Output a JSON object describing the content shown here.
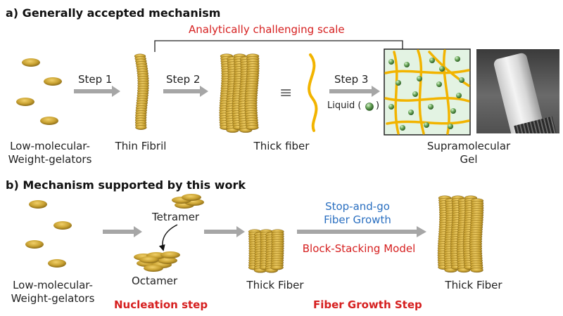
{
  "section_a": {
    "heading": "a) Generally accepted mechanism",
    "challenge_label": "Analytically challenging scale",
    "step1": "Step 1",
    "step2": "Step 2",
    "step3": "Step 3",
    "equiv": "≡",
    "liquid_label": "Liquid (",
    "liquid_close": ")",
    "gelators_line1": "Low-molecular-",
    "gelators_line2": "Weight-gelators",
    "thin_fibril": "Thin Fibril",
    "thick_fiber": "Thick fiber",
    "gel_line1": "Supramolecular",
    "gel_line2": "Gel"
  },
  "section_b": {
    "heading": "b) Mechanism supported by this work",
    "tetramer": "Tetramer",
    "octamer": "Octamer",
    "thick_fiber_mid": "Thick Fiber",
    "thick_fiber_right": "Thick Fiber",
    "stop_go_line1": "Stop-and-go",
    "stop_go_line2": "Fiber Growth",
    "block_stacking": "Block-Stacking Model",
    "gelators_line1": "Low-molecular-",
    "gelators_line2": "Weight-gelators",
    "nucleation": "Nucleation step",
    "growth": "Fiber Growth Step"
  },
  "colors": {
    "gold": "#c9a232",
    "gold_dark": "#8a6a16",
    "fiber_yellow": "#f2b400",
    "gel_bg": "#e3f3e3",
    "arrow_gray": "#a6a6a6",
    "red": "#d62020",
    "blue": "#2a6fc0"
  }
}
